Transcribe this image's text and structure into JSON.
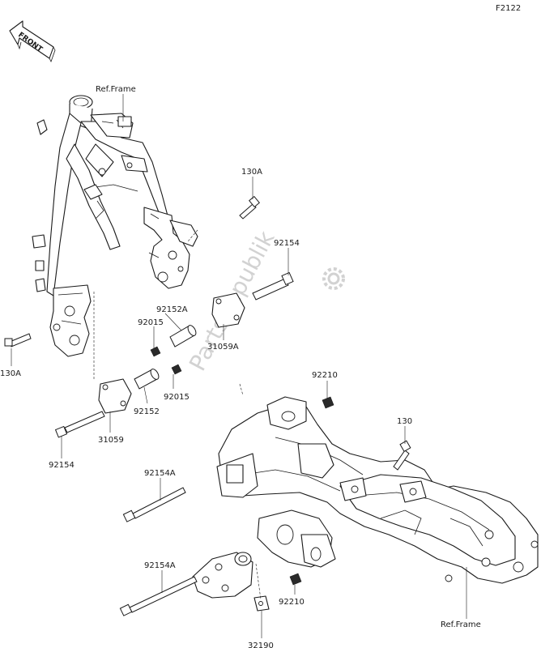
{
  "figure_code": "F2122",
  "front_badge": "FRONT",
  "watermark": "PartsRepublik",
  "labels": {
    "ref_frame_top": "Ref.Frame",
    "ref_frame_bottom": "Ref.Frame",
    "p130A_top": "130A",
    "p130A_left": "130A",
    "p92154_top": "92154",
    "p92154_left": "92154",
    "p92152A": "92152A",
    "p92015_a": "92015",
    "p31059A": "31059A",
    "p92015_b": "92015",
    "p92152": "92152",
    "p31059": "31059",
    "p92210_top": "92210",
    "p130": "130",
    "p92154A_a": "92154A",
    "p92154A_b": "92154A",
    "p92210_bottom": "92210",
    "p32190": "32190"
  }
}
